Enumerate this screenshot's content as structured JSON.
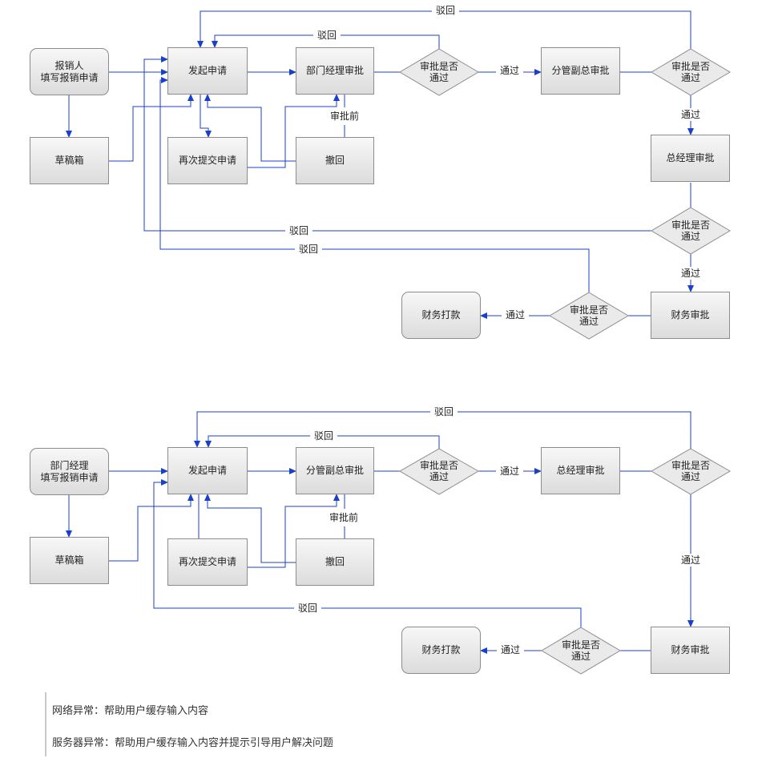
{
  "flow1": {
    "applicant": "报销人\n填写报销申请",
    "drafts": "草稿箱",
    "submit": "发起申请",
    "resubmit": "再次提交申请",
    "withdraw": "撤回",
    "dept_manager": "部门经理审批",
    "vp": "分管副总审批",
    "gm": "总经理审批",
    "finance": "财务审批",
    "payment": "财务打款",
    "decision1": "审批是否\n通过",
    "decision2": "审批是否\n通过",
    "decision3": "审批是否\n通过",
    "decision4": "审批是否\n通过",
    "reject_top": "驳回",
    "reject_inner": "驳回",
    "reject_gm": "驳回",
    "reject_finance": "驳回",
    "pass1": "通过",
    "pass2": "通过",
    "pass3": "通过",
    "pass4": "通过",
    "before_approval": "审批前"
  },
  "flow2": {
    "applicant": "部门经理\n填写报销申请",
    "drafts": "草稿箱",
    "submit": "发起申请",
    "resubmit": "再次提交申请",
    "withdraw": "撤回",
    "vp": "分管副总审批",
    "gm": "总经理审批",
    "finance": "财务审批",
    "payment": "财务打款",
    "decision1": "审批是否\n通过",
    "decision2": "审批是否\n通过",
    "decision3": "审批是否\n通过",
    "reject_top": "驳回",
    "reject_inner": "驳回",
    "reject_finance": "驳回",
    "pass1": "通过",
    "pass2": "通过",
    "pass3": "通过",
    "before_approval": "审批前"
  },
  "notes": {
    "network": "网络异常：帮助用户缓存输入内容",
    "server": "服务器异常：帮助用户缓存输入内容并提示引导用户解决问题"
  },
  "colors": {
    "line": "#1a3fcf",
    "node_border": "#8c8c8c"
  }
}
